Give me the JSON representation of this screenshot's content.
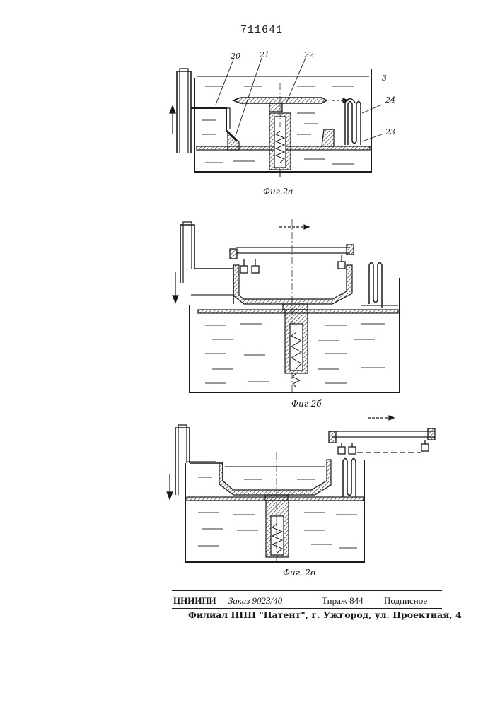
{
  "document": {
    "page_number": "711641"
  },
  "figures": [
    {
      "caption": "Фиг.2а",
      "labels": [
        "20",
        "21",
        "22",
        "3",
        "24",
        "23"
      ]
    },
    {
      "caption": "Фиг 2б"
    },
    {
      "caption": "Фиг. 2в"
    }
  ],
  "imprint": {
    "org": "ЦНИИПИ",
    "order": "Заказ 9023/40",
    "circulation": "Тираж 844",
    "subscription": "Подписное",
    "branch": "Филиал ППП \"Патент\", г. Ужгород, ул. Проектная, 4"
  }
}
